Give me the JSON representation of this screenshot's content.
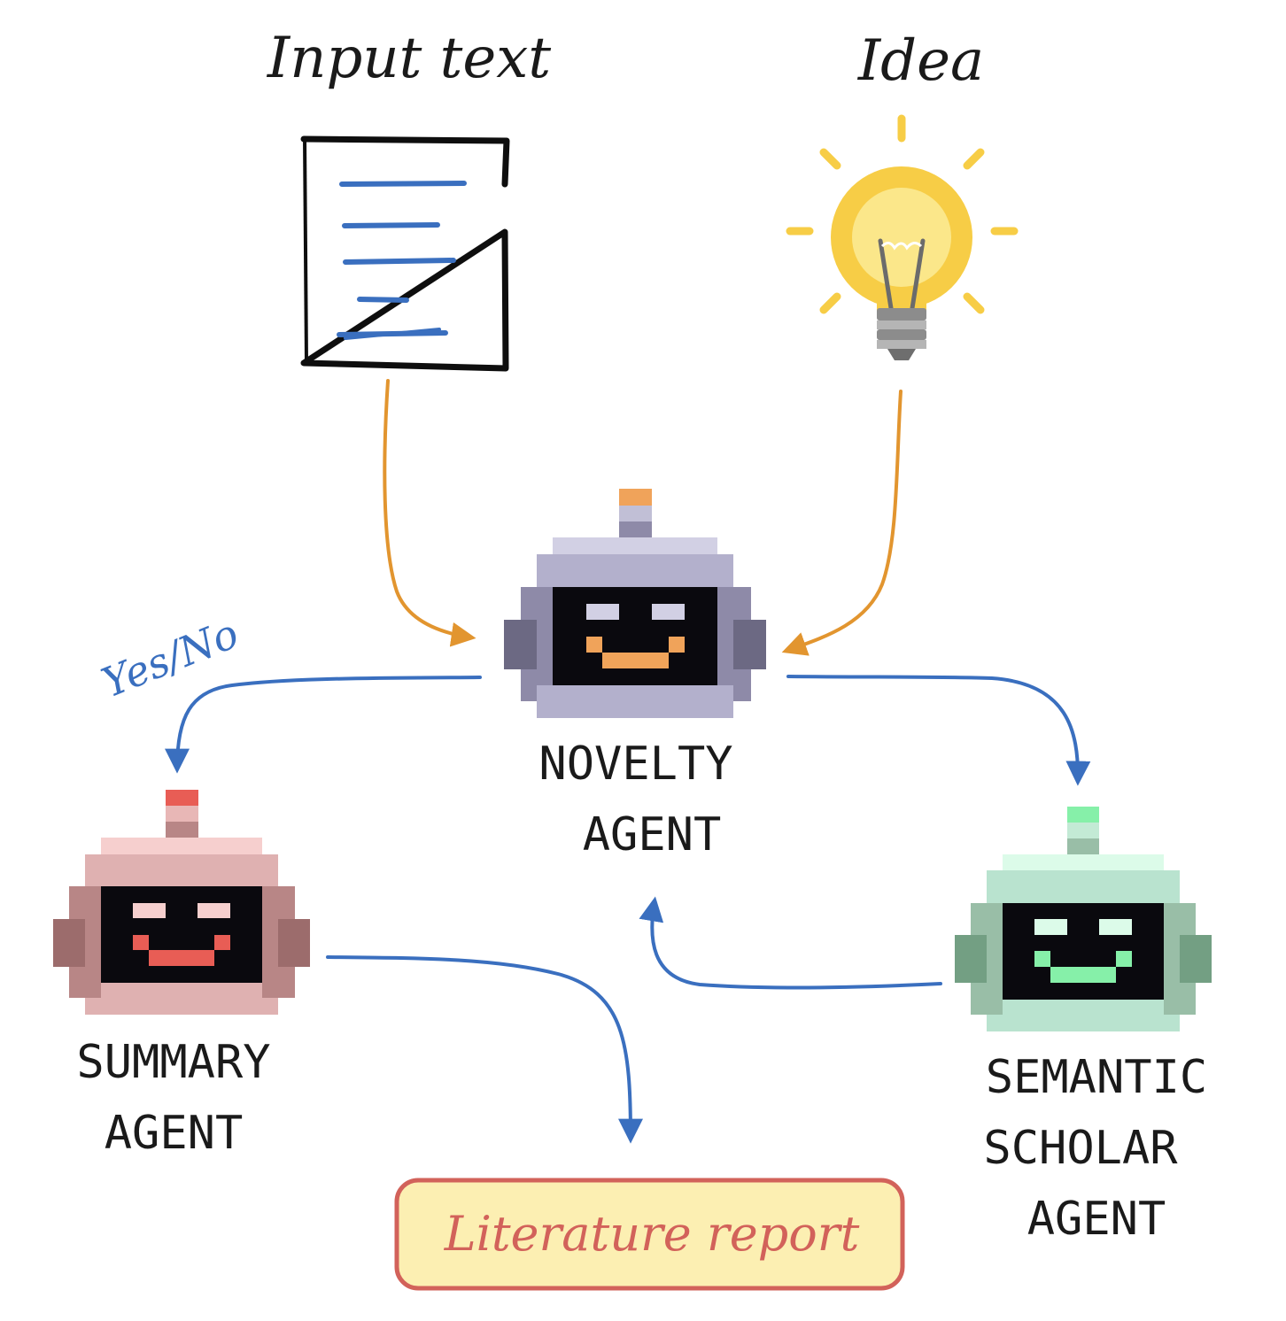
{
  "labels": {
    "input_text": "Input text",
    "idea": "Idea",
    "yes_no": "Yes/No",
    "novelty_agent": [
      "NOVELTY",
      "AGENT"
    ],
    "summary_agent": [
      "SUMMARY",
      "AGENT"
    ],
    "semantic_scholar_agent": [
      "SEMANTIC",
      "SCHOLAR",
      "AGENT"
    ],
    "literature_report": "Literature report"
  },
  "colors": {
    "orange_arrow": "#e2952f",
    "blue_arrow": "#3a6fbf",
    "report_border": "#d2625a",
    "report_fill": "#fcefb2",
    "report_text": "#d2625a",
    "yes_no_text": "#3a6fbf",
    "bulb": "#f7cd46",
    "novelty_robot": "#b3b0cc",
    "summary_robot": "#dfb1b1",
    "scholar_robot": "#b9e3cf"
  },
  "icons": [
    "document-icon",
    "lightbulb-icon",
    "novelty-robot-icon",
    "summary-robot-icon",
    "scholar-robot-icon"
  ]
}
